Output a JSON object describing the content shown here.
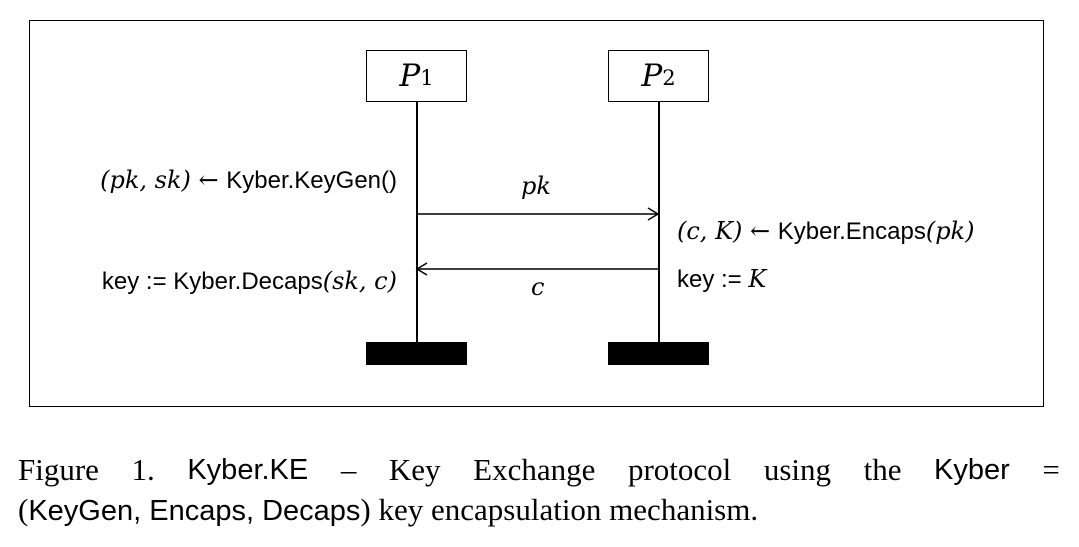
{
  "diagram": {
    "parties": [
      {
        "name": "P",
        "index": "1"
      },
      {
        "name": "P",
        "index": "2"
      }
    ],
    "left_steps": {
      "keygen": {
        "pre": "(pk, sk) ← ",
        "fn": "Kyber.KeyGen()"
      },
      "decaps": {
        "pre": "key := ",
        "fn": "Kyber.Decaps",
        "args": "(sk, c)"
      }
    },
    "right_steps": {
      "encaps": {
        "pre": "(c, K) ← ",
        "fn": "Kyber.Encaps",
        "args": "(pk)"
      },
      "key": {
        "pre": "key := ",
        "val": "K"
      }
    },
    "messages": [
      {
        "label": "pk",
        "from": "P1",
        "to": "P2"
      },
      {
        "label": "c",
        "from": "P2",
        "to": "P1"
      }
    ]
  },
  "caption": {
    "line1_words": [
      "Figure",
      "1.",
      "Kyber.KE",
      "–",
      "Key",
      "Exchange",
      "protocol",
      "using",
      "the",
      "Kyber",
      "="
    ],
    "line2": {
      "open": "(",
      "tuple": "KeyGen, Encaps, Decaps",
      "close": ")",
      "rest": " key encapsulation mechanism."
    }
  }
}
